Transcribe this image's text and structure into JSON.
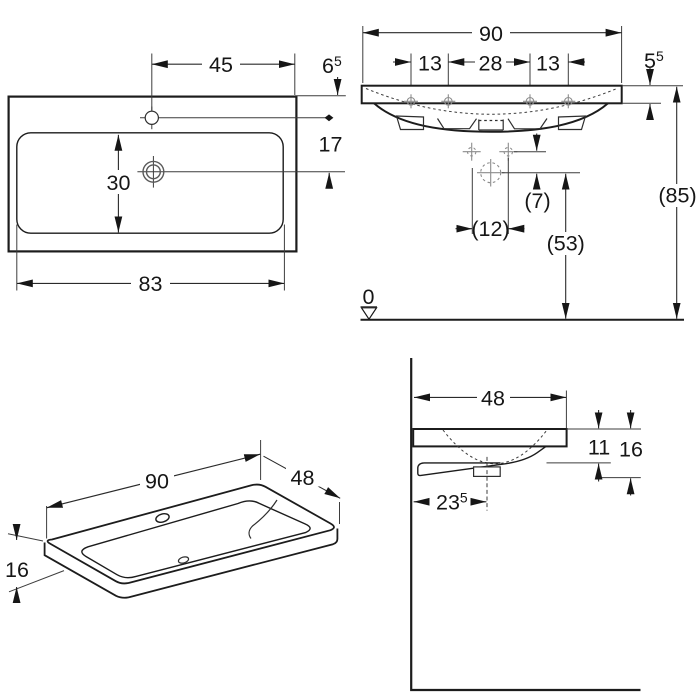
{
  "views": {
    "plan": {
      "dim_tap_from_right": "45",
      "dim_tap_offset_base": "6",
      "dim_tap_offset_sup": "5",
      "dim_tap_to_drain": "17",
      "dim_bowl_depth": "30",
      "dim_bowl_width": "83"
    },
    "front": {
      "dim_overall_width": "90",
      "dim_tap_left": "13",
      "dim_tap_center": "28",
      "dim_tap_right": "13",
      "dim_rim_thickness_base": "5",
      "dim_rim_thickness_sup": "5",
      "dim_fixing_to_drain": "(7)",
      "dim_fixing_spacing": "(12)",
      "dim_drain_height": "(53)",
      "dim_rim_height": "(85)",
      "datum": "0"
    },
    "iso": {
      "dim_width": "90",
      "dim_depth": "48",
      "dim_height": "16"
    },
    "side": {
      "dim_depth": "48",
      "dim_front_drop": "11",
      "dim_total_drop": "16",
      "dim_drain_from_wall_base": "23",
      "dim_drain_from_wall_sup": "5"
    }
  },
  "colors": {
    "line": "#1c1c1c",
    "thin_line": "#3d3d3d",
    "gray": "#8c8c8c",
    "text": "#161616",
    "background": "#ffffff"
  }
}
